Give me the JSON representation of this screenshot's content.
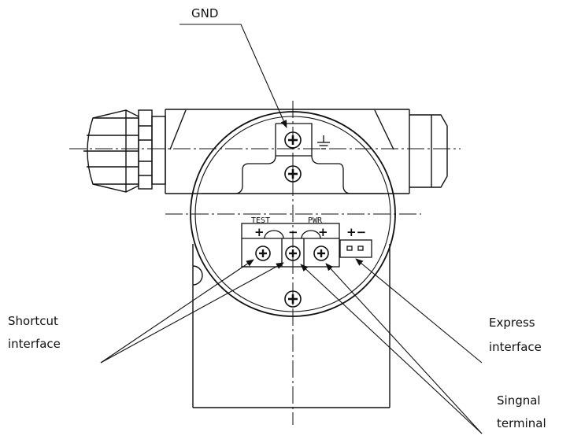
{
  "callouts": {
    "gnd": "GND",
    "shortcut_line1": "Shortcut",
    "shortcut_line2": "interface",
    "express_line1": "Express",
    "express_line2": "interface",
    "signal_line1": "Singnal",
    "signal_line2": "terminal"
  },
  "terminal_labels": {
    "test": "TEST",
    "pwr": "PWR",
    "test_plus": "+",
    "minus": "−",
    "pwr_plus": "+",
    "express_plus_minus": "+−"
  },
  "colors": {
    "line": "#111111",
    "background": "#ffffff"
  }
}
